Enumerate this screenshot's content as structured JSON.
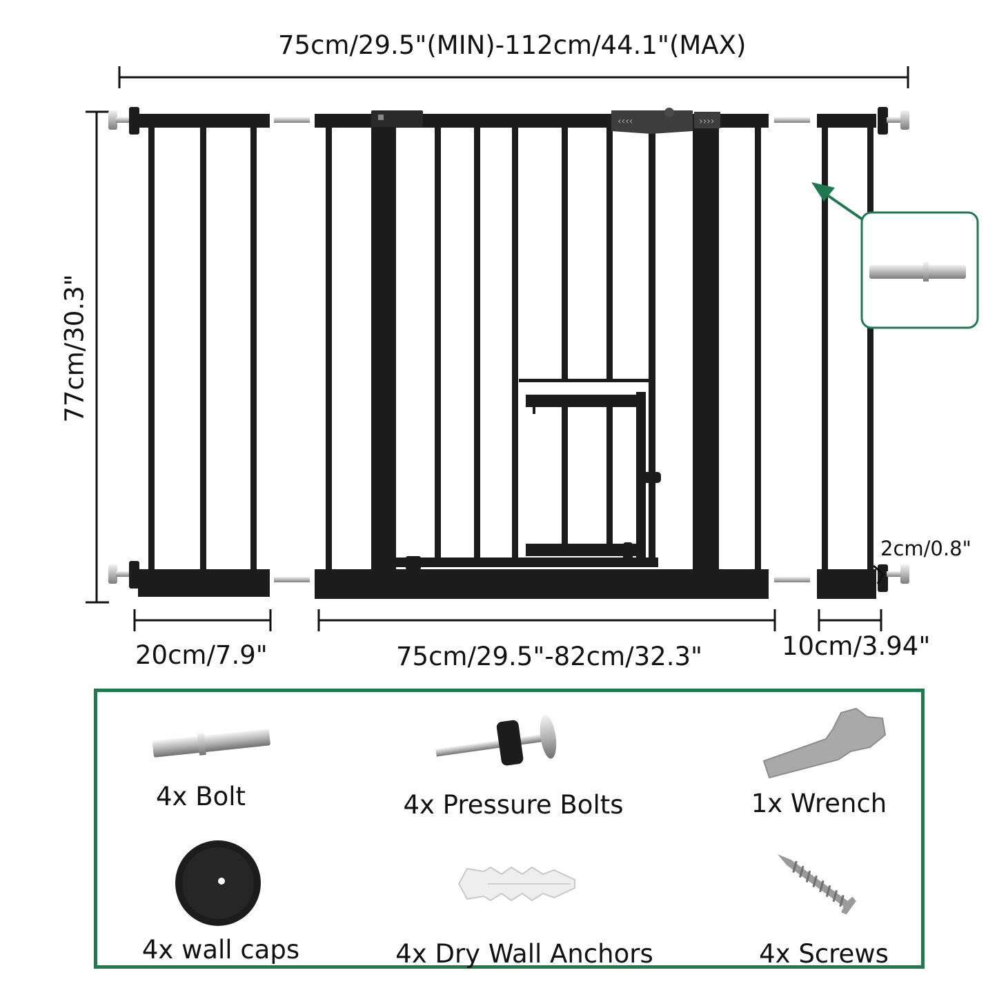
{
  "dimensions": {
    "overall_width": "75cm/29.5\"(MIN)-112cm/44.1\"(MAX)",
    "height": "77cm/30.3\"",
    "left_extension": "20cm/7.9\"",
    "gate_width": "75cm/29.5\"-82cm/32.3\"",
    "right_extension": "10cm/3.94\"",
    "bolt_depth": "2cm/0.8\""
  },
  "parts": {
    "bolt": "4x Bolt",
    "pressure_bolts": "4x Pressure Bolts",
    "wrench": "1x Wrench",
    "wall_caps": "4x wall caps",
    "dry_wall_anchors": "4x Dry Wall Anchors",
    "screws": "4x Screws"
  },
  "colors": {
    "frame": "#1c1c1c",
    "accent": "#1e7a4e",
    "metal": "#b9b9b9"
  }
}
